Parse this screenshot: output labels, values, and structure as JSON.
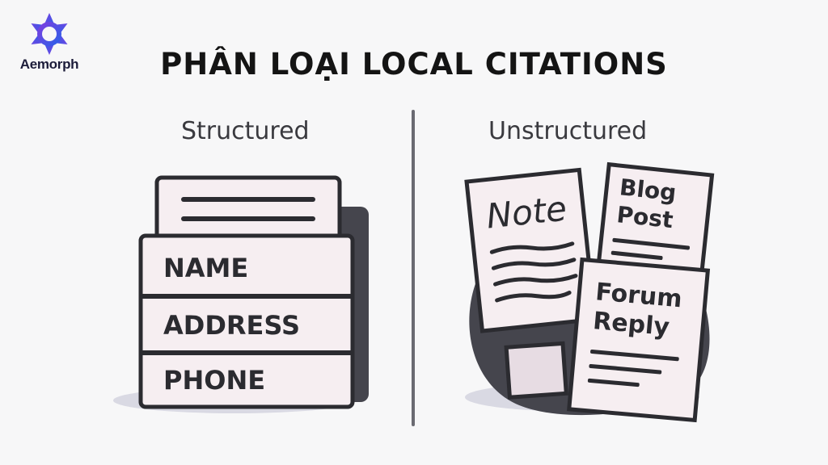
{
  "logo": {
    "name": "Aemorph",
    "accent": "#5b3fd9"
  },
  "title": "PHÂN LOẠI LOCAL CITATIONS",
  "left": {
    "heading": "Structured",
    "fields": [
      "NAME",
      "ADDRESS",
      "PHONE"
    ]
  },
  "right": {
    "heading": "Unstructured",
    "cards": {
      "note": "Note",
      "blog_line1": "Blog",
      "blog_line2": "Post",
      "forum_line1": "Forum",
      "forum_line2": "Reply"
    }
  },
  "colors": {
    "paper": "#f6eef1",
    "ink": "#2b2b30",
    "shadow": "#45454d",
    "ground": "#d9d9e3"
  }
}
